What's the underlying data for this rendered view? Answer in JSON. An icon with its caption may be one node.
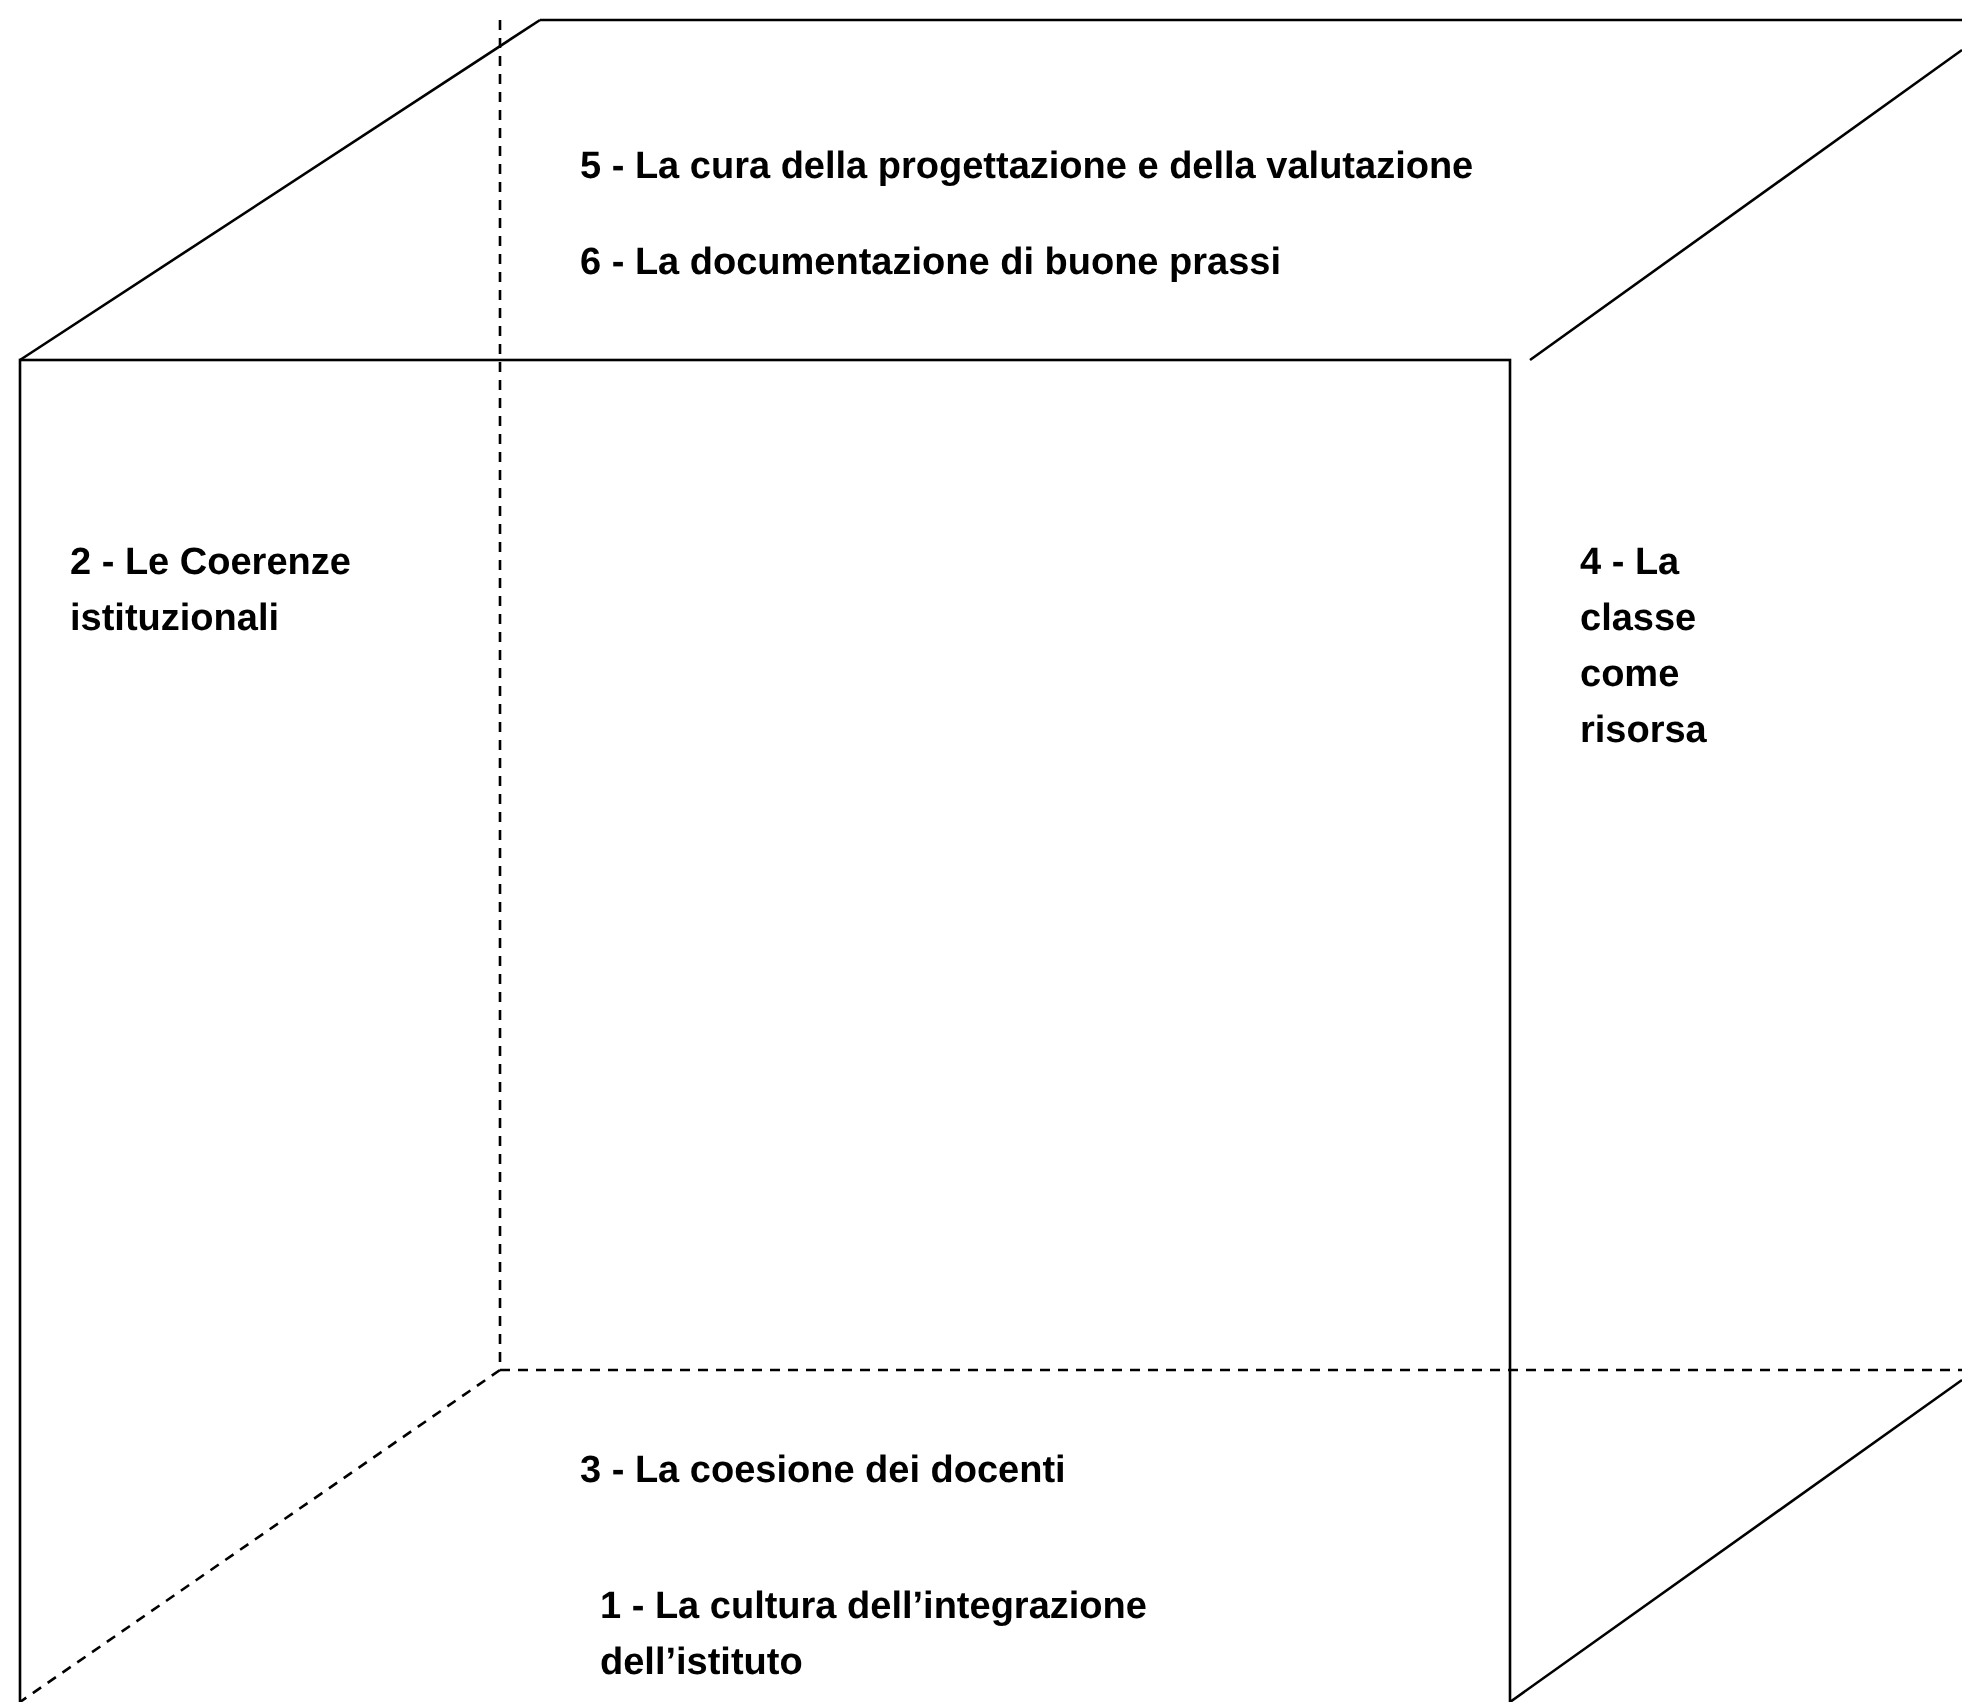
{
  "diagram": {
    "labels": [
      "5 - La cura della progettazione e della valutazione",
      "6 - La documentazione di buone prassi",
      "2 - Le Coerenze istituzionali",
      "4 - La classe come risorsa",
      "3 - La coesione dei docenti",
      "1 - La cultura dell’integrazione dell’istituto"
    ]
  }
}
